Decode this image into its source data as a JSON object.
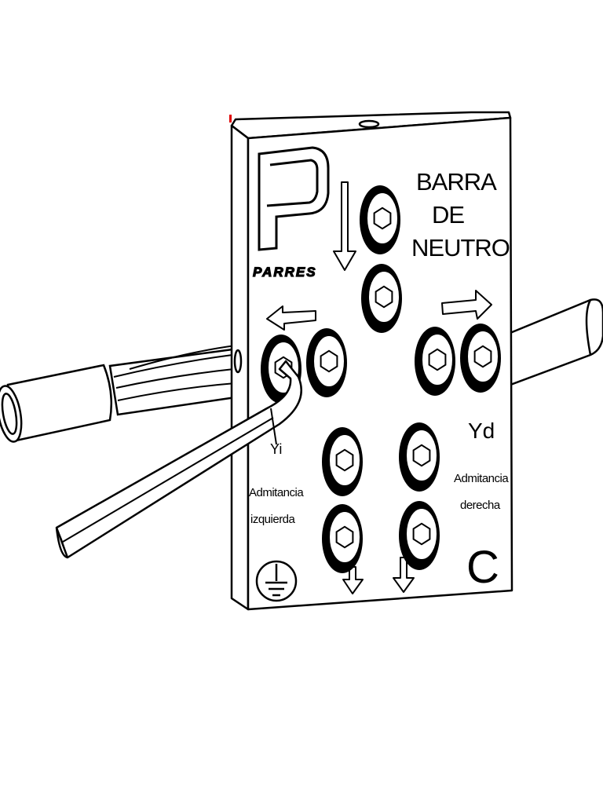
{
  "block": {
    "title_lines": [
      "BARRA",
      "DE",
      "NEUTRO"
    ],
    "brand_letter": "P",
    "brand_name": "PARRES",
    "right_mark": "Yd",
    "left_label_lines": [
      "Admitancia",
      "izquierda"
    ],
    "right_label_lines": [
      "Admitancia",
      "derecha"
    ],
    "corner_letter": "C",
    "left_mark": "Yi"
  },
  "icons": [
    "ground-symbol-icon",
    "arrow-down-icon",
    "arrow-left-icon",
    "arrow-right-icon",
    "hex-screw-icon",
    "hex-key-icon"
  ],
  "colors": {
    "ink": "#000000",
    "paper": "#ffffff",
    "mark": "#e00000"
  }
}
